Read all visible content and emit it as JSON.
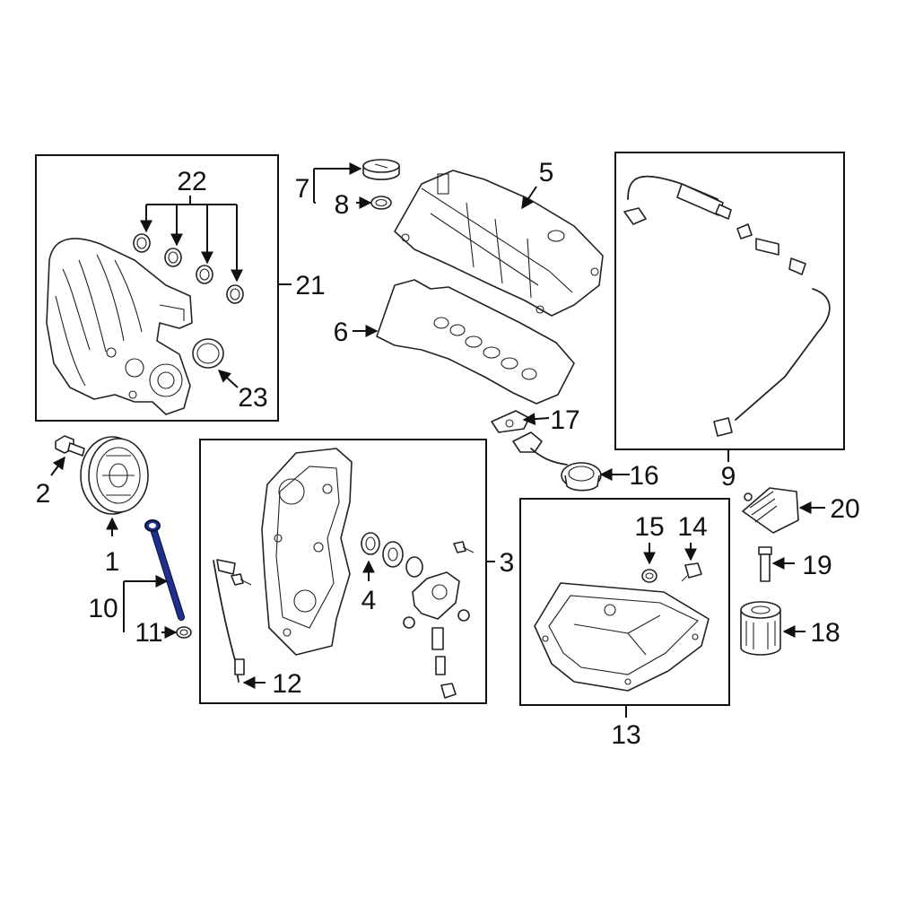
{
  "diagram": {
    "highlighted_part": "10",
    "highlight_color": "#1f2f8f",
    "line_color": "#111111",
    "background": "#ffffff"
  },
  "callouts": {
    "c1": "1",
    "c2": "2",
    "c3": "3",
    "c4": "4",
    "c5": "5",
    "c6": "6",
    "c7": "7",
    "c8": "8",
    "c9": "9",
    "c10": "10",
    "c11": "11",
    "c12": "12",
    "c13": "13",
    "c14": "14",
    "c15": "15",
    "c16": "16",
    "c17": "17",
    "c18": "18",
    "c19": "19",
    "c20": "20",
    "c21": "21",
    "c22": "22",
    "c23": "23"
  }
}
